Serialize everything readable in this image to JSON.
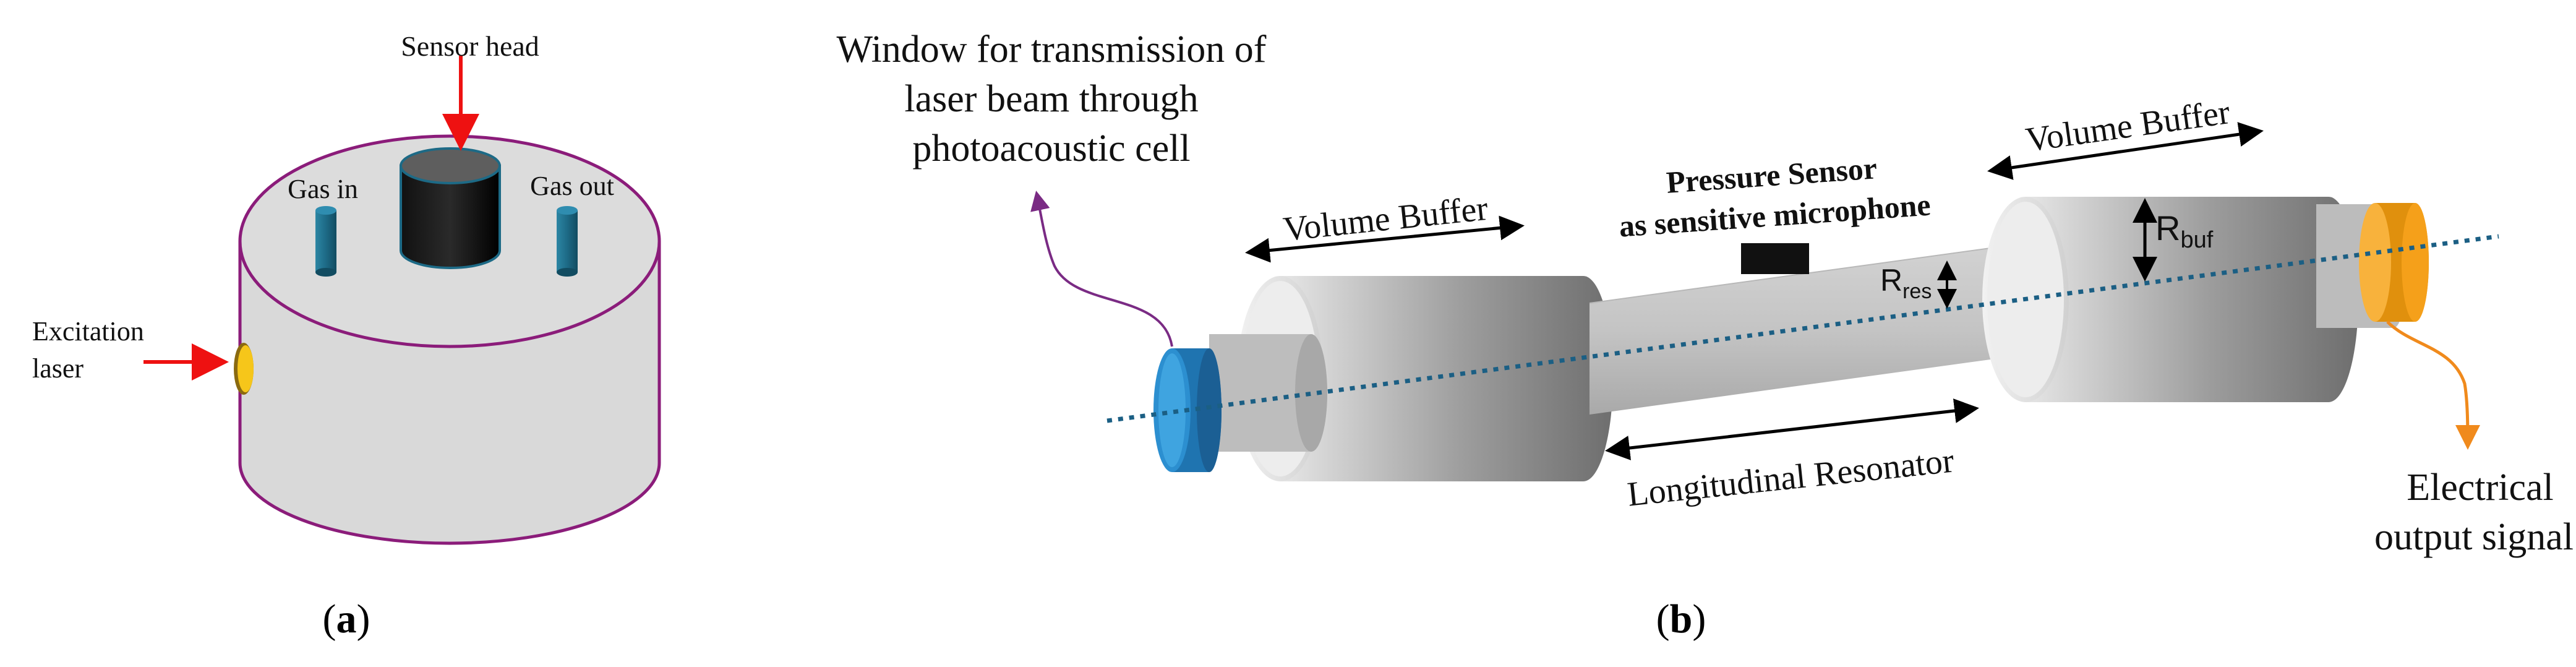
{
  "panel_a": {
    "sensor_head": "Sensor head",
    "gas_in": "Gas in",
    "gas_out": "Gas out",
    "excitation_line1": "Excitation",
    "excitation_line2": "laser",
    "caption_open": "(",
    "caption_letter": "a",
    "caption_close": ")"
  },
  "panel_b": {
    "window_line1": "Window for transmission of",
    "window_line2": "laser beam through",
    "window_line3": "photoacoustic cell",
    "volume_buffer_left": "Volume Buffer",
    "volume_buffer_right": "Volume Buffer",
    "pressure_line1": "Pressure Sensor",
    "pressure_line2": "as sensitive microphone",
    "r_res_main": "R",
    "r_res_sub": "res",
    "r_buf_main": "R",
    "r_buf_sub": "buf",
    "longitudinal": "Longitudinal Resonator",
    "electrical_line1": "Electrical",
    "electrical_line2": "output signal",
    "caption_open": "(",
    "caption_letter": "b",
    "caption_close": ")"
  },
  "colors": {
    "cell_body": "#d9d9d9",
    "cell_outline": "#8b1c7a",
    "arrow_red": "#ee1111",
    "gas_pipe": "#1d6a86",
    "window_blue": "#2c8fd0",
    "output_orange": "#f5a01a",
    "beam_dotted": "#1b5f84",
    "window_pointer": "#7a2b84",
    "output_pointer": "#f08a1c"
  }
}
